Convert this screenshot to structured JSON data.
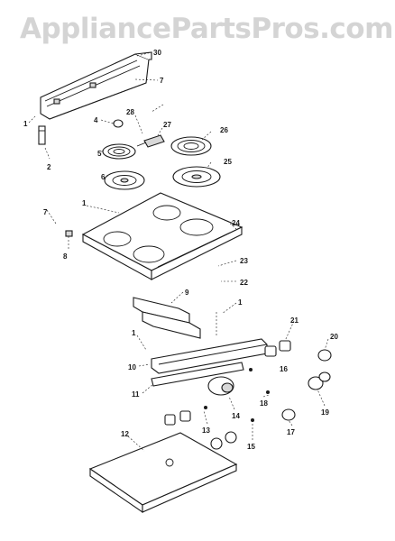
{
  "watermark": "AppliancePartsPros.com",
  "callouts": [
    "30",
    "7",
    "1",
    "2",
    "4",
    "28",
    "27",
    "26",
    "5",
    "6",
    "25",
    "7",
    "1",
    "8",
    "24",
    "23",
    "22",
    "9",
    "1",
    "1",
    "10",
    "11",
    "21",
    "20",
    "18",
    "12",
    "13",
    "14",
    "15",
    "16",
    "17",
    "19"
  ]
}
